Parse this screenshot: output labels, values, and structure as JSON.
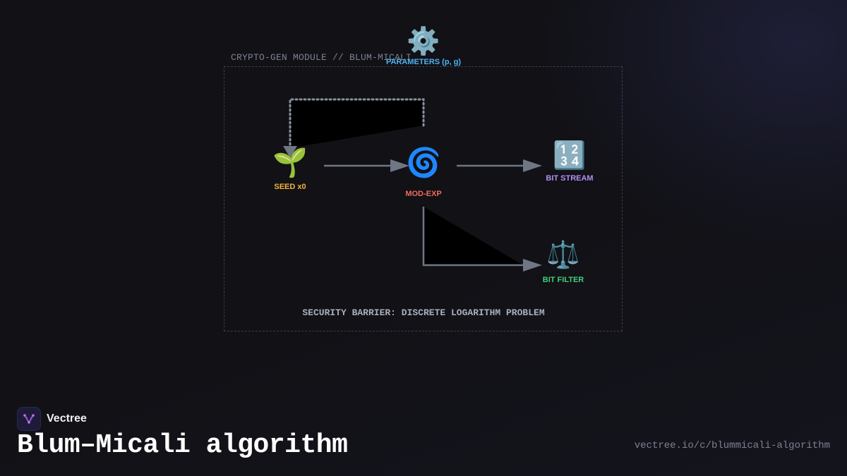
{
  "module": {
    "title": "CRYPTO-GEN MODULE // BLUM-MICALI",
    "barrier": "SECURITY BARRIER: DISCRETE LOGARITHM PROBLEM"
  },
  "nodes": {
    "parameters": {
      "icon": "⚙️",
      "icon_name": "gear-icon",
      "label": "PARAMETERS (p, g)",
      "color": "#4fb3f0"
    },
    "seed": {
      "icon": "🌱",
      "icon_name": "seedling-icon",
      "label": "SEED x0",
      "color": "#f2b33d"
    },
    "modexp": {
      "icon": "🌀",
      "icon_name": "cyclone-icon",
      "label": "MOD-EXP",
      "color": "#f06a5c"
    },
    "bitstream": {
      "icon": "🔢",
      "icon_name": "numbers-icon",
      "label": "BIT STREAM",
      "color": "#b190f0"
    },
    "bitfilter": {
      "icon": "⚖️",
      "icon_name": "scales-icon",
      "label": "BIT FILTER",
      "color": "#3fd07a"
    }
  },
  "colors": {
    "edge": "#6f7785",
    "frame": "#3a4150",
    "background": "#111116"
  },
  "footer": {
    "brand": "Vectree",
    "title": "Blum–Micali algorithm",
    "url": "vectree.io/c/blummicali-algorithm"
  }
}
